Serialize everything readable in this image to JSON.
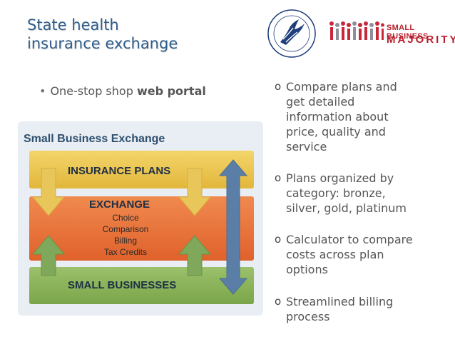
{
  "header": {
    "title_lines": [
      "State health",
      "insurance exchange"
    ]
  },
  "logos": {
    "hhs_seal": "hhs-seal-icon",
    "sbm_line1": "SMALL BUSINESS",
    "sbm_line2": "MAJORITY"
  },
  "left_bullet": {
    "prefix": "One-stop shop ",
    "emphasis": "web portal"
  },
  "diagram": {
    "title": "Small Business Exchange",
    "insurance_label": "INSURANCE PLANS",
    "exchange_label": "EXCHANGE",
    "exchange_functions": [
      "Choice",
      "Comparison",
      "Billing",
      "Tax Credits"
    ],
    "small_label": "SMALL BUSINESSES",
    "colors": {
      "insurance": "#e8c14a",
      "exchange": "#e86a35",
      "small": "#86ae55",
      "arrow_blue": "#5a7ea6",
      "arrow_green": "#7fa85a",
      "arrow_yellow": "#e8c659"
    }
  },
  "right_bullets": [
    {
      "marker": "o",
      "lines": [
        "Compare plans and",
        "get detailed",
        "information about",
        "price, quality and",
        "service"
      ]
    },
    {
      "marker": "o",
      "lines": [
        "Plans organized by",
        "category: bronze,",
        "silver, gold, platinum"
      ]
    },
    {
      "marker": "o",
      "lines": [
        "Calculator to compare",
        "costs across plan",
        "options"
      ]
    },
    {
      "marker": "o",
      "lines": [
        "Streamlined billing",
        "process"
      ]
    }
  ]
}
